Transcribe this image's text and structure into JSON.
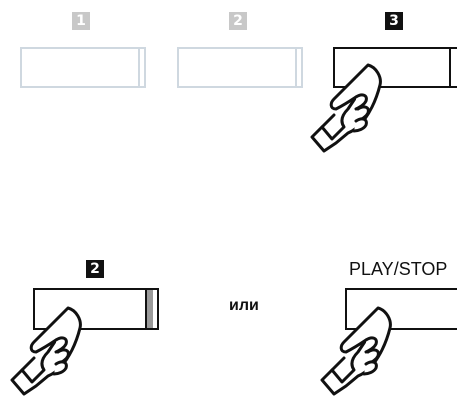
{
  "step_buttons": [
    {
      "number": "1",
      "state": "inactive"
    },
    {
      "number": "2",
      "state": "inactive"
    },
    {
      "number": "3",
      "state": "active"
    }
  ],
  "option_a": {
    "number": "2",
    "led_color": "#9a9a9a"
  },
  "separator": "или",
  "option_b": {
    "label": "PLAY/STOP"
  },
  "icons": {
    "hand": "pointing-hand-icon"
  },
  "colors": {
    "inactive_badge": "#c8c8c8",
    "inactive_key_border": "#cfd8e0",
    "active": "#111111"
  }
}
